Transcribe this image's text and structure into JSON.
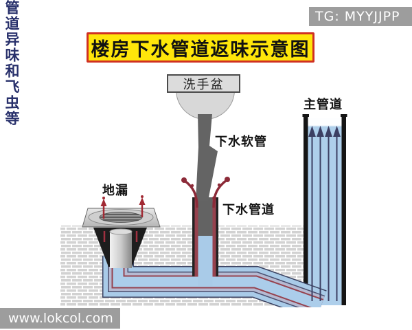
{
  "watermarks": {
    "tg_badge": "TG: MYYJJPP",
    "site_badge": "www.lokcol.com"
  },
  "title": "楼房下水管道返味示意图",
  "labels": {
    "basin": "洗手盆",
    "hose": "下水软管",
    "main_pipe": "主管道",
    "floor_drain": "地漏",
    "drain_pipe": "下水管道",
    "odor_note": "管道异味和飞虫等"
  },
  "colors": {
    "banner_bg": "#ffe60a",
    "banner_border": "#d03022",
    "badge_bg": "#9d9d9d",
    "water_blue": "#a9cbe8",
    "pipe_wall_lavender": "#b6bad2",
    "pipe_line_maroon": "#96424e",
    "odor_arrow_red": "#8c2a38",
    "main_pipe_arrow_navy": "#3c3f63",
    "odor_text_navy": "#28306b",
    "hose_gray": "#646464",
    "brick_gray": "#d2d2d2"
  }
}
